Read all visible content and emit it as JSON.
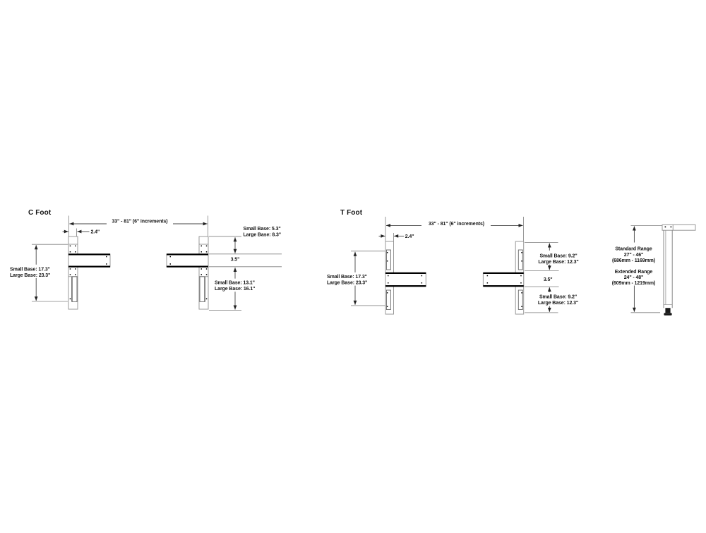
{
  "c_foot": {
    "title": "C Foot",
    "width_dim": "33\" - 81\" (6\" increments)",
    "offset_dim": "2.4\"",
    "left_dim_line1": "Small Base: 17.3\"",
    "left_dim_line2": "Large Base: 23.3\"",
    "top_right_dim_line1": "Small Base: 5.3\"",
    "top_right_dim_line2": "Large Base: 8.3\"",
    "bar_dim": "3.5\"",
    "bottom_right_dim_line1": "Small Base: 13.1\"",
    "bottom_right_dim_line2": "Large Base: 16.1\""
  },
  "t_foot": {
    "title": "T Foot",
    "width_dim": "33\" - 81\" (6\" increments)",
    "offset_dim": "2.4\"",
    "left_dim_line1": "Small Base: 17.3\"",
    "left_dim_line2": "Large Base: 23.3\"",
    "top_right_dim_line1": "Small Base: 9.2\"",
    "top_right_dim_line2": "Large Base: 12.3\"",
    "bar_dim": "3.5\"",
    "bottom_right_dim_line1": "Small Base: 9.2\"",
    "bottom_right_dim_line2": "Large Base: 12.3\""
  },
  "height_range": {
    "standard_label": "Standard Range",
    "standard_inches": "27\" - 46\"",
    "standard_mm": "(686mm - 1169mm)",
    "extended_label": "Extended Range",
    "extended_inches": "24\" - 48\"",
    "extended_mm": "(609mm - 1219mm)"
  }
}
